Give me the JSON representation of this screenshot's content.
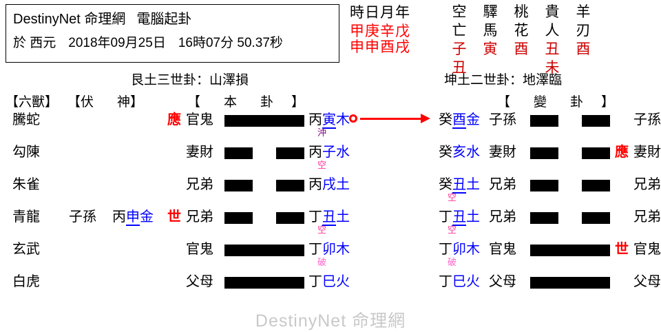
{
  "header": {
    "title_site": "DestinyNet 命理網",
    "title_mode": "電腦起卦",
    "date_prefix": "於 西元",
    "date": "2018年09月25日",
    "time": "16時07分 50.37秒"
  },
  "ganzhi": {
    "label": "時日月年",
    "stems": "甲庚辛戊",
    "branches": "申申酉戌"
  },
  "shensha": [
    {
      "name_top": "空",
      "name_bottom": "亡",
      "value_top": "子",
      "value_bottom": "丑"
    },
    {
      "name_top": "驛",
      "name_bottom": "馬",
      "value_top": "寅",
      "value_bottom": ""
    },
    {
      "name_top": "桃",
      "name_bottom": "花",
      "value_top": "酉",
      "value_bottom": ""
    },
    {
      "name_top": "貴",
      "name_bottom": "人",
      "value_top": "丑",
      "value_bottom": "未"
    },
    {
      "name_top": "羊",
      "name_bottom": "刃",
      "value_top": "酉",
      "value_bottom": ""
    }
  ],
  "gua": {
    "main_name": "艮土三世卦：山澤損",
    "changed_name": "坤土二世卦：地澤臨"
  },
  "column_headers": {
    "beast": "【六獸】",
    "fushen_a": "【伏",
    "fushen_b": "神】",
    "main_a": "【",
    "main_b": "本",
    "main_c": "卦",
    "main_d": "】",
    "changed_a": "【",
    "changed_b": "變",
    "changed_c": "卦",
    "changed_d": "】"
  },
  "rows": [
    {
      "beast": "騰蛇",
      "fu_relation": "",
      "fu_stem": "",
      "fu_branch": "",
      "fu_element": "",
      "position_left": "應",
      "relation_left": "官鬼",
      "line_left": "yang",
      "stem_left": "丙",
      "branch_left": "寅",
      "branch_left_underline": true,
      "element_left": "木",
      "mark_left": "沖",
      "mark_left_kind": "chong",
      "changing": true,
      "stem_right": "癸",
      "branch_right": "酉",
      "branch_right_underline": true,
      "element_right": "金",
      "mark_right": "",
      "mark_right_kind": "",
      "relation_right": "子孫",
      "line_right": "yin",
      "position_right": "",
      "relation_far": "子孫"
    },
    {
      "beast": "勾陳",
      "fu_relation": "",
      "fu_stem": "",
      "fu_branch": "",
      "fu_element": "",
      "position_left": "",
      "relation_left": "妻財",
      "line_left": "yin",
      "stem_left": "丙",
      "branch_left": "子",
      "branch_left_underline": false,
      "element_left": "水",
      "mark_left": "空",
      "mark_left_kind": "kong",
      "changing": false,
      "stem_right": "癸",
      "branch_right": "亥",
      "branch_right_underline": false,
      "element_right": "水",
      "mark_right": "",
      "mark_right_kind": "",
      "relation_right": "妻財",
      "line_right": "yin",
      "position_right": "應",
      "relation_far": "妻財"
    },
    {
      "beast": "朱雀",
      "fu_relation": "",
      "fu_stem": "",
      "fu_branch": "",
      "fu_element": "",
      "position_left": "",
      "relation_left": "兄弟",
      "line_left": "yin",
      "stem_left": "丙",
      "branch_left": "戌",
      "branch_left_underline": false,
      "element_left": "土",
      "mark_left": "",
      "mark_left_kind": "",
      "changing": false,
      "stem_right": "癸",
      "branch_right": "丑",
      "branch_right_underline": true,
      "element_right": "土",
      "mark_right": "空",
      "mark_right_kind": "kong",
      "relation_right": "兄弟",
      "line_right": "yin",
      "position_right": "",
      "relation_far": "兄弟"
    },
    {
      "beast": "青龍",
      "fu_relation": "子孫",
      "fu_stem": "丙",
      "fu_branch": "申",
      "fu_element": "金",
      "position_left": "世",
      "relation_left": "兄弟",
      "line_left": "yin",
      "stem_left": "丁",
      "branch_left": "丑",
      "branch_left_underline": true,
      "element_left": "土",
      "mark_left": "空",
      "mark_left_kind": "kong",
      "changing": false,
      "stem_right": "丁",
      "branch_right": "丑",
      "branch_right_underline": true,
      "element_right": "土",
      "mark_right": "空",
      "mark_right_kind": "kong",
      "relation_right": "兄弟",
      "line_right": "yin",
      "position_right": "",
      "relation_far": "兄弟"
    },
    {
      "beast": "玄武",
      "fu_relation": "",
      "fu_stem": "",
      "fu_branch": "",
      "fu_element": "",
      "position_left": "",
      "relation_left": "官鬼",
      "line_left": "yang",
      "stem_left": "丁",
      "branch_left": "卯",
      "branch_left_underline": false,
      "element_left": "木",
      "mark_left": "破",
      "mark_left_kind": "po",
      "changing": false,
      "stem_right": "丁",
      "branch_right": "卯",
      "branch_right_underline": false,
      "element_right": "木",
      "mark_right": "破",
      "mark_right_kind": "po",
      "relation_right": "官鬼",
      "line_right": "yang",
      "position_right": "世",
      "relation_far": "官鬼"
    },
    {
      "beast": "白虎",
      "fu_relation": "",
      "fu_stem": "",
      "fu_branch": "",
      "fu_element": "",
      "position_left": "",
      "relation_left": "父母",
      "line_left": "yang",
      "stem_left": "丁",
      "branch_left": "巳",
      "branch_left_underline": false,
      "element_left": "火",
      "mark_left": "",
      "mark_left_kind": "",
      "changing": false,
      "stem_right": "丁",
      "branch_right": "巳",
      "branch_right_underline": false,
      "element_right": "火",
      "mark_right": "",
      "mark_right_kind": "",
      "relation_right": "父母",
      "line_right": "yang",
      "position_right": "",
      "relation_far": "父母"
    }
  ],
  "watermark": "DestinyNet 命理網",
  "colors": {
    "branch_blue": "#0000ff",
    "position_red": "#ff0000",
    "ganzhi_red": "#ff0000",
    "shensha_red": "#cc0000",
    "mark_chong": "#800080",
    "mark_kong": "#ff3399",
    "mark_po": "#ff66cc",
    "watermark_gray": "#c9c9c9"
  }
}
